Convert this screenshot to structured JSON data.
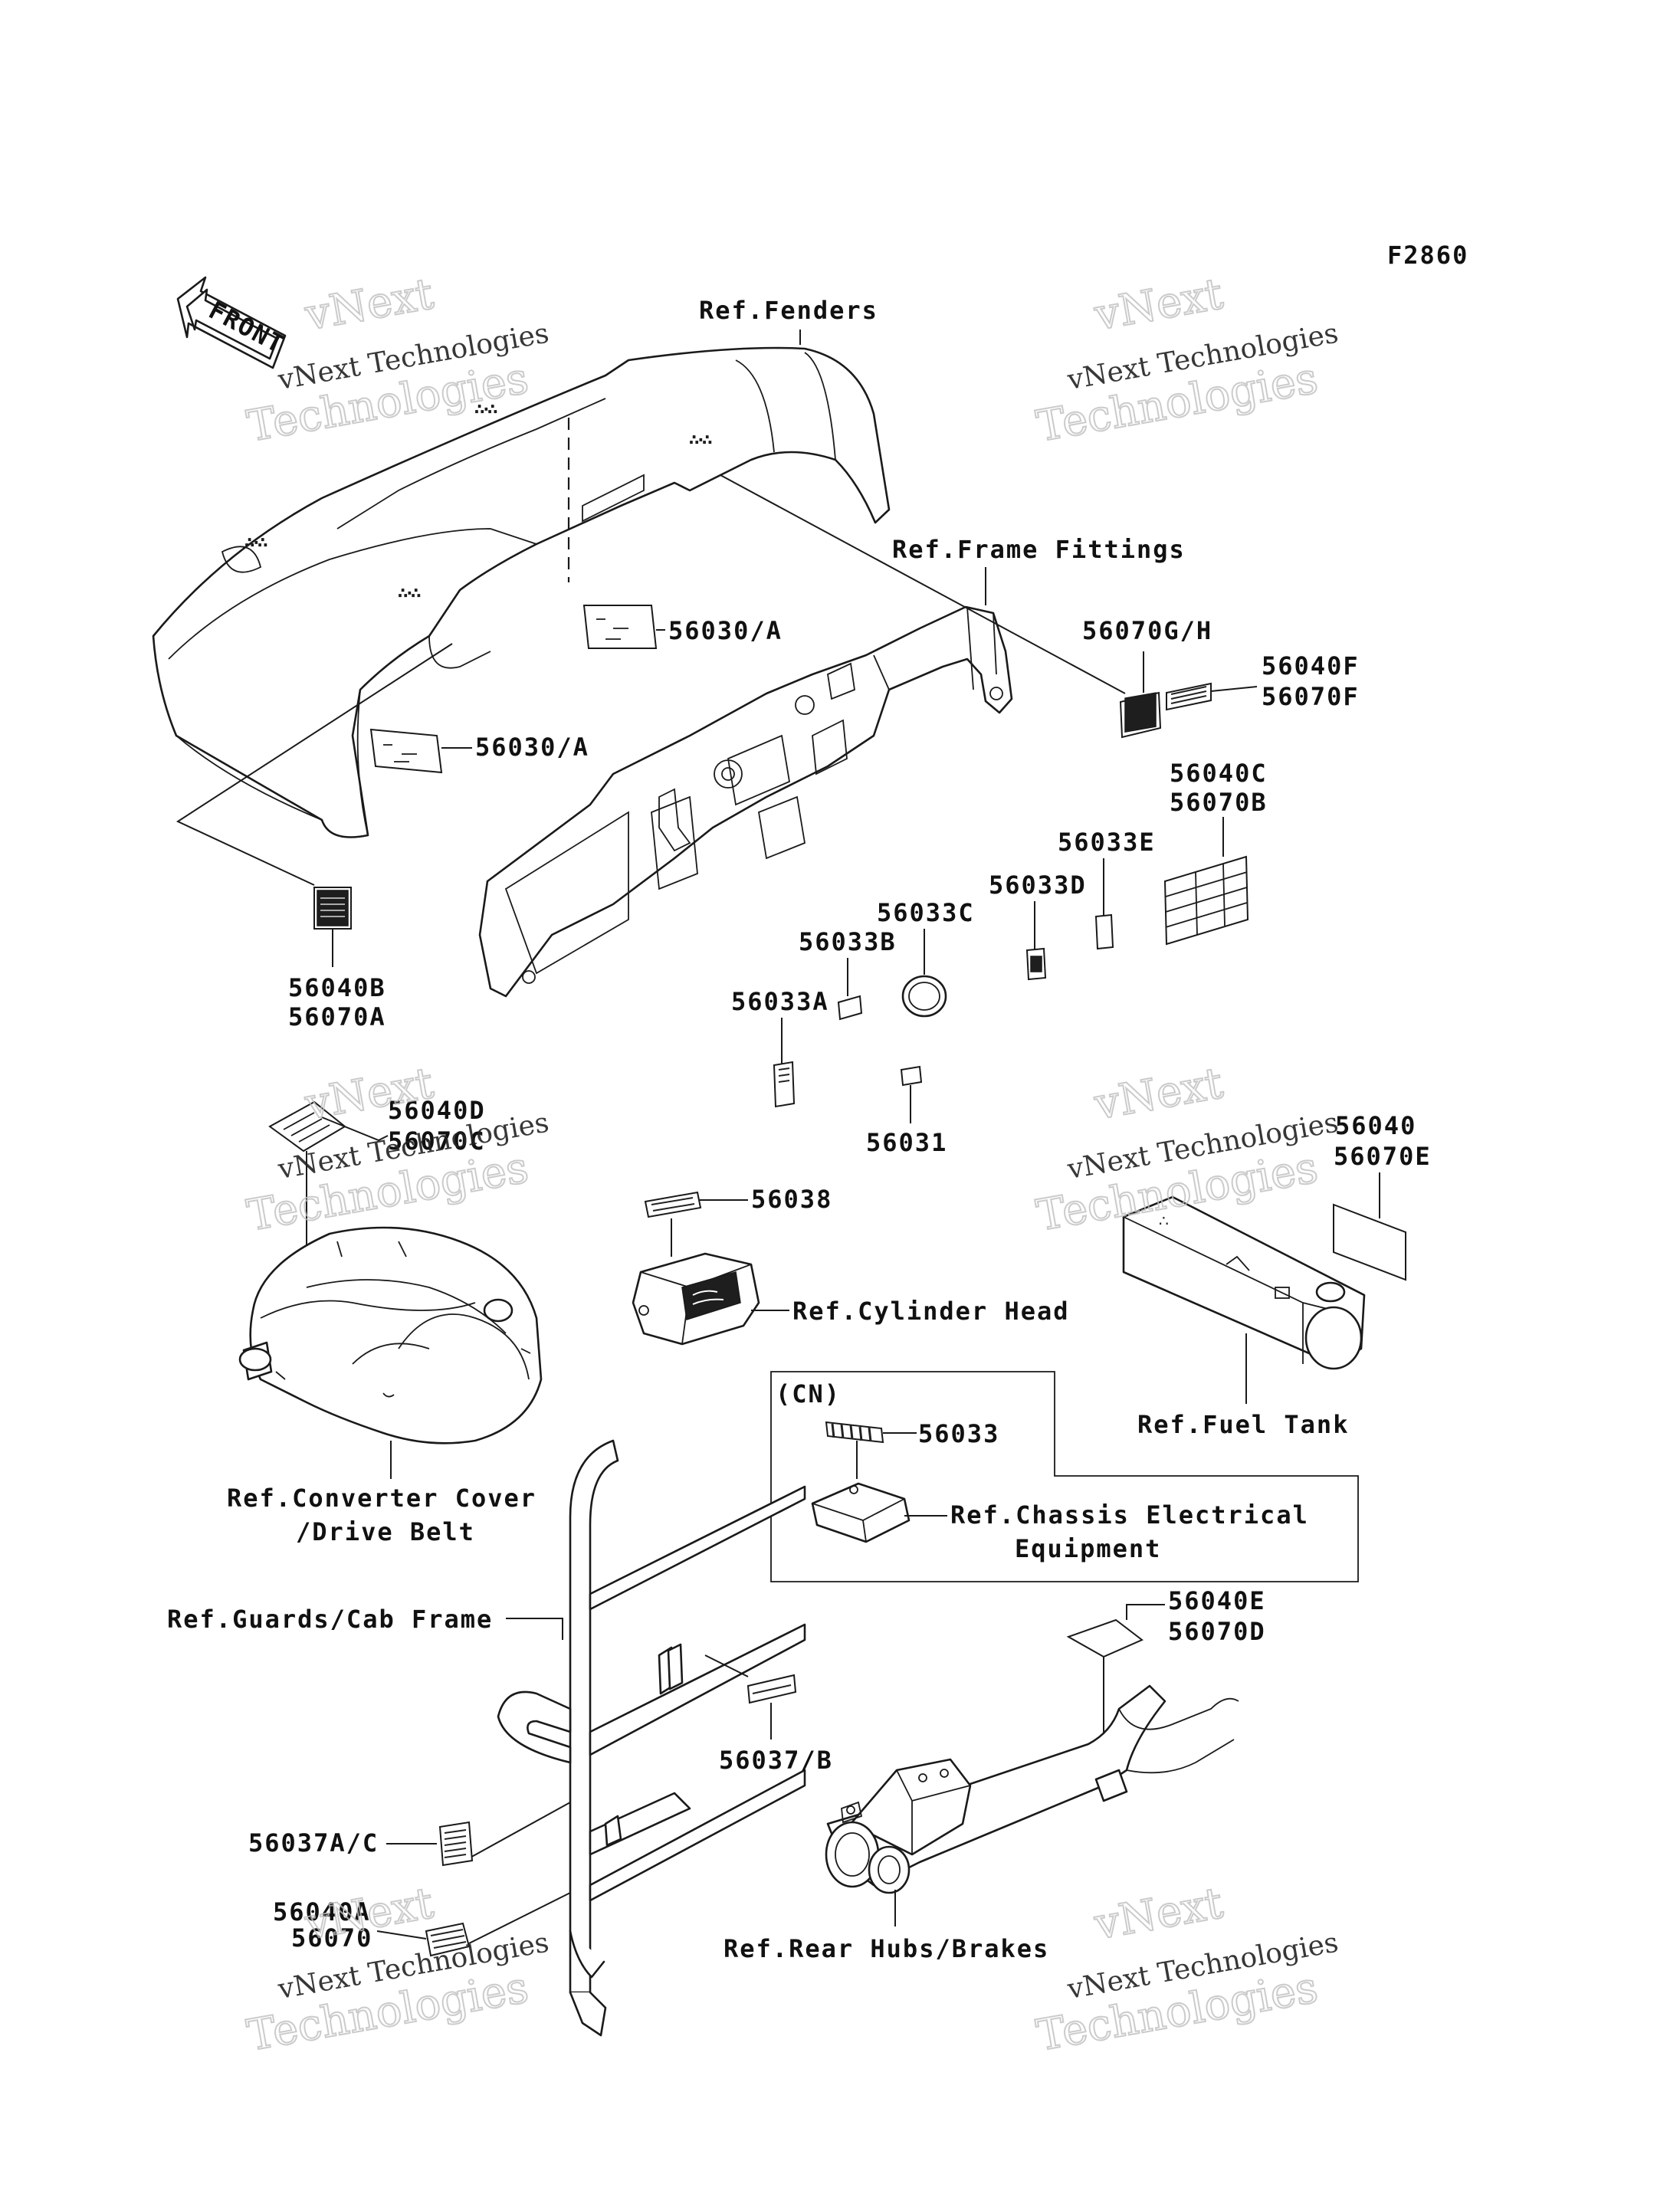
{
  "figure_code": "F2860",
  "front_label": "FRONT",
  "watermark": {
    "line1": "vNext",
    "line2": "vNext Technologies",
    "line3": "Technologies"
  },
  "cn_box_label": "(CN)",
  "callouts": {
    "ref_fenders": "Ref.Fenders",
    "ref_frame_fittings": "Ref.Frame Fittings",
    "p56030a_upper": "56030/A",
    "p56030a_lower": "56030/A",
    "p56070gh": "56070G/H",
    "p56040f": "56040F",
    "p56070f": "56070F",
    "p56040c": "56040C",
    "p56070b": "56070B",
    "p56033e": "56033E",
    "p56033d": "56033D",
    "p56033c": "56033C",
    "p56033b": "56033B",
    "p56033a": "56033A",
    "p56031": "56031",
    "p56040b": "56040B",
    "p56070a": "56070A",
    "p56040d": "56040D",
    "p56070c": "56070C",
    "p56038": "56038",
    "ref_cylinder_head": "Ref.Cylinder Head",
    "p56040": "56040",
    "p56070e": "56070E",
    "ref_fuel_tank": "Ref.Fuel Tank",
    "p56033": "56033",
    "ref_chassis_electrical_1": "Ref.Chassis Electrical",
    "ref_chassis_electrical_2": "Equipment",
    "ref_converter_cover_1": "Ref.Converter Cover",
    "ref_converter_cover_2": "/Drive Belt",
    "ref_guards_cab_frame": "Ref.Guards/Cab Frame",
    "p56037b": "56037/B",
    "p56040e": "56040E",
    "p56070d": "56070D",
    "p56037ac": "56037A/C",
    "p56040a": "56040A",
    "p56070": "56070",
    "ref_rear_hubs_brakes": "Ref.Rear Hubs/Brakes"
  }
}
